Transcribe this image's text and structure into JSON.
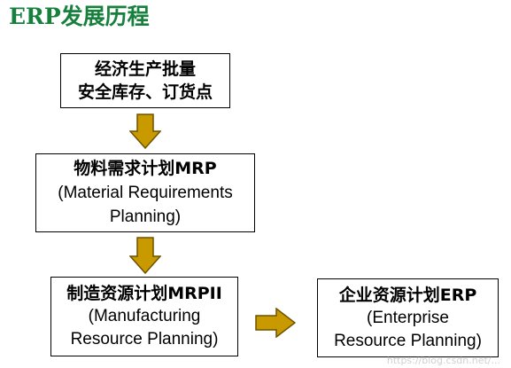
{
  "title": "ERP发展历程",
  "colors": {
    "title": "#17803d",
    "arrow_fill": "#c89a00",
    "arrow_stroke": "#6b5200",
    "box_border": "#000000"
  },
  "stages": [
    {
      "lines": [
        "经济生产批量",
        "安全库存、订货点"
      ]
    },
    {
      "lines": [
        "物料需求计划MRP",
        "(Material Requirements",
        "Planning)"
      ]
    },
    {
      "lines": [
        "制造资源计划MRPII",
        "(Manufacturing",
        "Resource Planning)"
      ]
    },
    {
      "lines": [
        "企业资源计划ERP",
        "(Enterprise",
        "Resource Planning)"
      ]
    }
  ],
  "arrows": [
    {
      "from": "stage-1",
      "to": "stage-2",
      "direction": "down"
    },
    {
      "from": "stage-2",
      "to": "stage-3",
      "direction": "down"
    },
    {
      "from": "stage-3",
      "to": "stage-4",
      "direction": "right"
    }
  ],
  "watermark": "https://blog.csdn.net/..."
}
